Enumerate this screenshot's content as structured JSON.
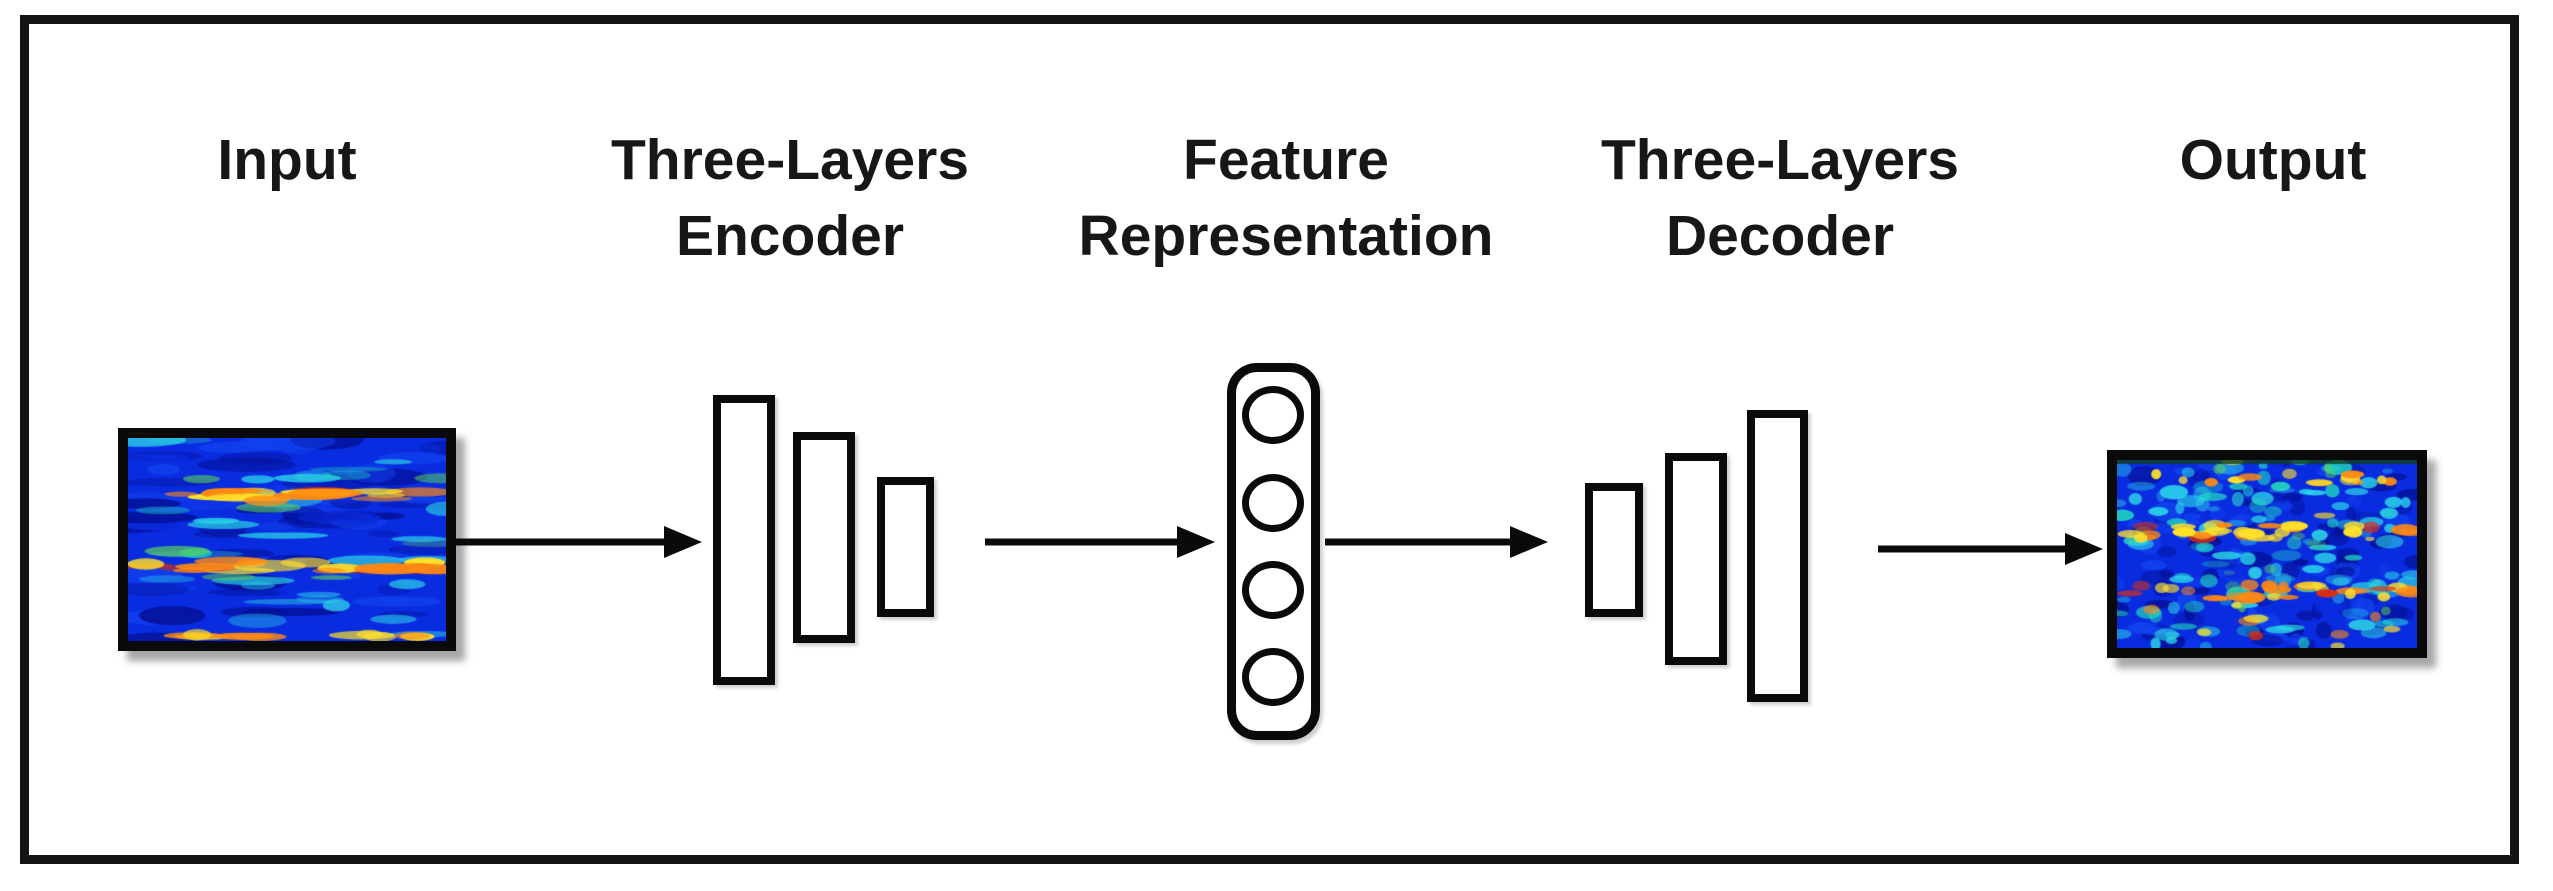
{
  "figure": {
    "title": "Autoencoder pipeline diagram",
    "stages": [
      {
        "id": "input",
        "label": "Input",
        "type": "spectrogram-image"
      },
      {
        "id": "encoder",
        "label": "Three-Layers Encoder",
        "label_lines": [
          "Three-Layers",
          "Encoder"
        ],
        "type": "layer-stack",
        "layer_count": 3
      },
      {
        "id": "feature",
        "label": "Feature Representation",
        "label_lines": [
          "Feature",
          "Representation"
        ],
        "type": "feature-vector",
        "unit_count": 4
      },
      {
        "id": "decoder",
        "label": "Three-Layers Decoder",
        "label_lines": [
          "Three-Layers",
          "Decoder"
        ],
        "type": "layer-stack",
        "layer_count": 3
      },
      {
        "id": "output",
        "label": "Output",
        "type": "spectrogram-image"
      }
    ],
    "arrow_count": 4,
    "colors": {
      "frame": "#141414",
      "stroke": "#0a0a0a",
      "base": "#0a2ce0",
      "deep": "#04129a",
      "mid": "#1243f0",
      "cyan": "#2bd4e8",
      "teal": "#22e0c0",
      "green": "#58d05a",
      "yellow": "#ffe12a",
      "orange": "#ff8a12",
      "red": "#d92e12",
      "dark_green_edge": "#123f1c"
    }
  }
}
